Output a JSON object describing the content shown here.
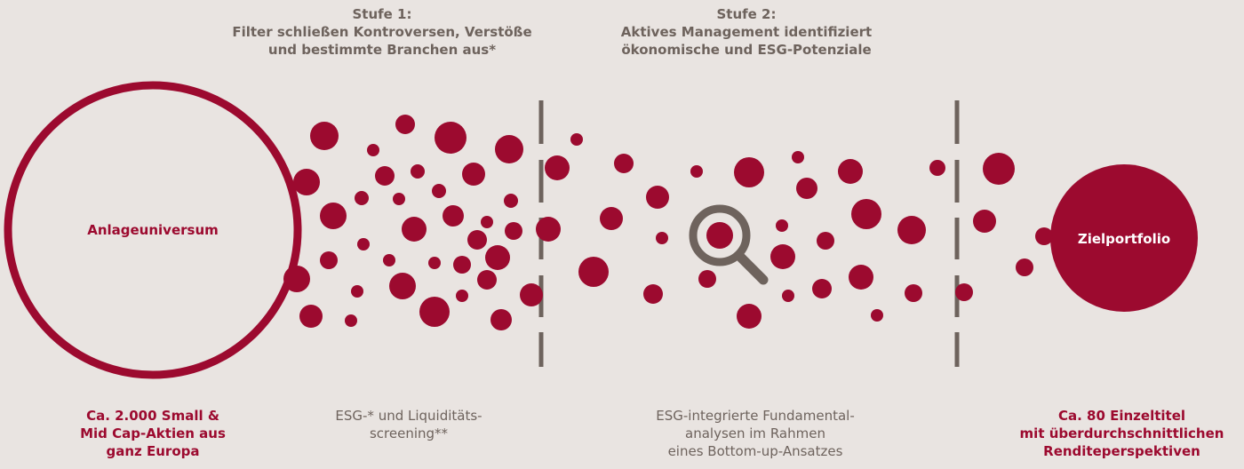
{
  "stage1": {
    "heading": [
      "Stufe 1:",
      "Filter schließen Kontroversen, Verstöße",
      "und bestimmte Branchen aus*"
    ],
    "footer": [
      "ESG-* und Liquiditäts-",
      "screening**"
    ]
  },
  "stage2": {
    "heading": [
      "Stufe 2:",
      "Aktives Management identifiziert",
      "ökonomische und ESG-Potenziale"
    ],
    "footer": [
      "ESG-integrierte Fundamental-",
      "analysen im Rahmen",
      "eines Bottom-up-Ansatzes"
    ]
  },
  "universe": {
    "label": "Anlageuniversum",
    "footer": [
      "Ca. 2.000 Small &",
      "Mid Cap-Aktien aus",
      "ganz Europa"
    ]
  },
  "target": {
    "label": "Zielportfolio",
    "footer": [
      "Ca. 80 Einzeltitel",
      "mit überdurchschnittlichen",
      "Renditeperspektiven"
    ]
  },
  "icons": {
    "center": "magnifier-icon"
  },
  "colors": {
    "accent": "#9c0a2f",
    "divider": "#6e635d",
    "background": "#e9e4e1",
    "text": "#6e635d"
  }
}
